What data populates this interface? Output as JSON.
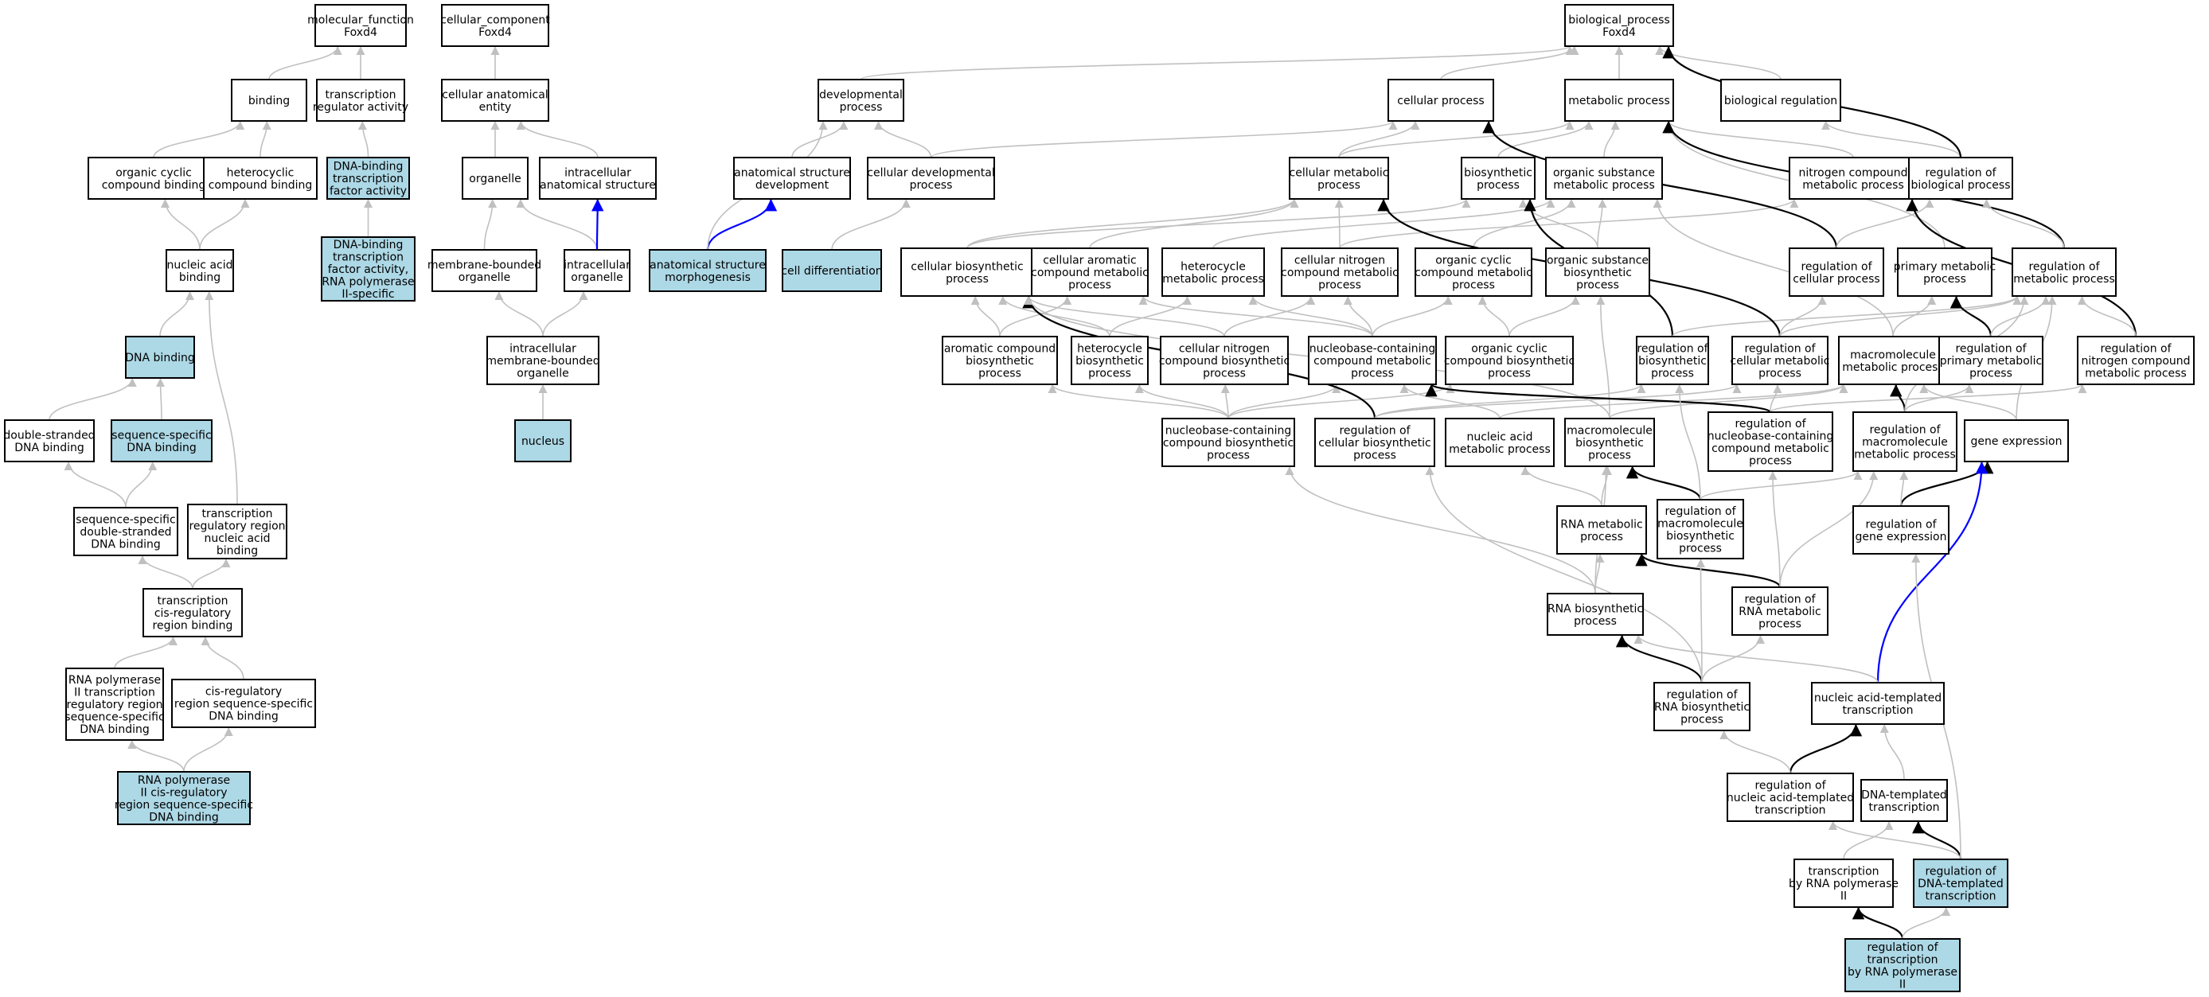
{
  "colors": {
    "default_fill": "#ffffff",
    "highlight_fill": "#add8e6",
    "edge_default": "#c0c0c0",
    "edge_regulates": "#000000",
    "edge_part_of": "#0000ff"
  },
  "nodes": {
    "mf": {
      "lines": [
        "molecular_function",
        "Foxd4"
      ]
    },
    "cc": {
      "lines": [
        "cellular_component",
        "Foxd4"
      ]
    },
    "bp": {
      "lines": [
        "biological_process",
        "Foxd4"
      ]
    },
    "binding": {
      "lines": [
        "binding"
      ]
    },
    "tra": {
      "lines": [
        "transcription",
        "regulator activity"
      ]
    },
    "cae": {
      "lines": [
        "cellular anatomical",
        "entity"
      ]
    },
    "dev": {
      "lines": [
        "developmental",
        "process"
      ]
    },
    "cellproc": {
      "lines": [
        "cellular process"
      ]
    },
    "metab": {
      "lines": [
        "metabolic process"
      ]
    },
    "bioreg": {
      "lines": [
        "biological regulation"
      ]
    },
    "occb": {
      "lines": [
        "organic cyclic",
        "compound binding"
      ]
    },
    "hcb": {
      "lines": [
        "heterocyclic",
        "compound binding"
      ]
    },
    "dbtfa": {
      "lines": [
        "DNA-binding",
        "transcription",
        "factor activity"
      ],
      "hl": true
    },
    "organelle": {
      "lines": [
        "organelle"
      ]
    },
    "ias": {
      "lines": [
        "intracellular",
        "anatomical structure"
      ]
    },
    "asd": {
      "lines": [
        "anatomical structure",
        "development"
      ]
    },
    "cdp": {
      "lines": [
        "cellular developmental",
        "process"
      ]
    },
    "cmp": {
      "lines": [
        "cellular metabolic",
        "process"
      ]
    },
    "biosyn": {
      "lines": [
        "biosynthetic",
        "process"
      ]
    },
    "osmp": {
      "lines": [
        "organic substance",
        "metabolic process"
      ]
    },
    "ncmp": {
      "lines": [
        "nitrogen compound",
        "metabolic process"
      ]
    },
    "rbp": {
      "lines": [
        "regulation of",
        "biological process"
      ]
    },
    "nab": {
      "lines": [
        "nucleic acid",
        "binding"
      ]
    },
    "dbtfa2": {
      "lines": [
        "DNA-binding",
        "transcription",
        "factor activity,",
        "RNA polymerase",
        "II-specific"
      ],
      "hl": true
    },
    "mbo": {
      "lines": [
        "membrane-bounded",
        "organelle"
      ]
    },
    "io": {
      "lines": [
        "intracellular",
        "organelle"
      ]
    },
    "asm": {
      "lines": [
        "anatomical structure",
        "morphogenesis"
      ],
      "hl": true
    },
    "celldiff": {
      "lines": [
        "cell differentiation"
      ],
      "hl": true
    },
    "cbp": {
      "lines": [
        "cellular biosynthetic",
        "process"
      ]
    },
    "cacmp": {
      "lines": [
        "cellular aromatic",
        "compound metabolic",
        "process"
      ]
    },
    "hmp": {
      "lines": [
        "heterocycle",
        "metabolic process"
      ]
    },
    "cncmp": {
      "lines": [
        "cellular nitrogen",
        "compound metabolic",
        "process"
      ]
    },
    "occmp": {
      "lines": [
        "organic cyclic",
        "compound metabolic",
        "process"
      ]
    },
    "osbp": {
      "lines": [
        "organic substance",
        "biosynthetic",
        "process"
      ]
    },
    "rcp": {
      "lines": [
        "regulation of",
        "cellular process"
      ]
    },
    "pmp": {
      "lines": [
        "primary metabolic",
        "process"
      ]
    },
    "rmp": {
      "lines": [
        "regulation of",
        "metabolic process"
      ]
    },
    "dnab": {
      "lines": [
        "DNA binding"
      ],
      "hl": true
    },
    "imbo": {
      "lines": [
        "intracellular",
        "membrane-bounded",
        "organelle"
      ]
    },
    "acbp": {
      "lines": [
        "aromatic compound",
        "biosynthetic",
        "process"
      ]
    },
    "hbp": {
      "lines": [
        "heterocycle",
        "biosynthetic",
        "process"
      ]
    },
    "cncbp": {
      "lines": [
        "cellular nitrogen",
        "compound biosynthetic",
        "process"
      ]
    },
    "nbccmp": {
      "lines": [
        "nucleobase-containing",
        "compound metabolic",
        "process"
      ]
    },
    "occbp": {
      "lines": [
        "organic cyclic",
        "compound biosynthetic",
        "process"
      ]
    },
    "rbiop": {
      "lines": [
        "regulation of",
        "biosynthetic",
        "process"
      ]
    },
    "rcmp": {
      "lines": [
        "regulation of",
        "cellular metabolic",
        "process"
      ]
    },
    "mmp": {
      "lines": [
        "macromolecule",
        "metabolic process"
      ]
    },
    "rpmp": {
      "lines": [
        "regulation of",
        "primary metabolic",
        "process"
      ]
    },
    "rncmp": {
      "lines": [
        "regulation of",
        "nitrogen compound",
        "metabolic process"
      ]
    },
    "dsdb": {
      "lines": [
        "double-stranded",
        "DNA binding"
      ]
    },
    "ssdb": {
      "lines": [
        "sequence-specific",
        "DNA binding"
      ],
      "hl": true
    },
    "nucleus": {
      "lines": [
        "nucleus"
      ],
      "hl": true
    },
    "nbccbp": {
      "lines": [
        "nucleobase-containing",
        "compound biosynthetic",
        "process"
      ]
    },
    "rcbp": {
      "lines": [
        "regulation of",
        "cellular biosynthetic",
        "process"
      ]
    },
    "namp": {
      "lines": [
        "nucleic acid",
        "metabolic process"
      ]
    },
    "mbp": {
      "lines": [
        "macromolecule",
        "biosynthetic",
        "process"
      ]
    },
    "rnbccmp": {
      "lines": [
        "regulation of",
        "nucleobase-containing",
        "compound metabolic",
        "process"
      ]
    },
    "rmmp": {
      "lines": [
        "regulation of",
        "macromolecule",
        "metabolic process"
      ]
    },
    "ge": {
      "lines": [
        "gene expression"
      ]
    },
    "ssdsdb": {
      "lines": [
        "sequence-specific",
        "double-stranded",
        "DNA binding"
      ]
    },
    "trrnab": {
      "lines": [
        "transcription",
        "regulatory region",
        "nucleic acid",
        "binding"
      ]
    },
    "rnamp": {
      "lines": [
        "RNA metabolic",
        "process"
      ]
    },
    "rmbp": {
      "lines": [
        "regulation of",
        "macromolecule",
        "biosynthetic",
        "process"
      ]
    },
    "rge": {
      "lines": [
        "regulation of",
        "gene expression"
      ]
    },
    "tcrrb": {
      "lines": [
        "transcription",
        "cis-regulatory",
        "region binding"
      ]
    },
    "rnabp": {
      "lines": [
        "RNA biosynthetic",
        "process"
      ]
    },
    "rrnamp": {
      "lines": [
        "regulation of",
        "RNA metabolic",
        "process"
      ]
    },
    "rp2tr": {
      "lines": [
        "RNA polymerase",
        "II transcription",
        "regulatory region",
        "sequence-specific",
        "DNA binding"
      ]
    },
    "crrssdb": {
      "lines": [
        "cis-regulatory",
        "region sequence-specific",
        "DNA binding"
      ]
    },
    "rrnabp": {
      "lines": [
        "regulation of",
        "RNA biosynthetic",
        "process"
      ]
    },
    "natt": {
      "lines": [
        "nucleic acid-templated",
        "transcription"
      ]
    },
    "rp2crr": {
      "lines": [
        "RNA polymerase",
        "II cis-regulatory",
        "region sequence-specific",
        "DNA binding"
      ],
      "hl": true
    },
    "rnatt": {
      "lines": [
        "regulation of",
        "nucleic acid-templated",
        "transcription"
      ]
    },
    "dtt": {
      "lines": [
        "DNA-templated",
        "transcription"
      ]
    },
    "trp2": {
      "lines": [
        "transcription",
        "by RNA polymerase",
        "II"
      ]
    },
    "rdtt": {
      "lines": [
        "regulation of",
        "DNA-templated",
        "transcription"
      ],
      "hl": true
    },
    "rtrp2": {
      "lines": [
        "regulation of",
        "transcription",
        "by RNA polymerase",
        "II"
      ],
      "hl": true
    }
  }
}
